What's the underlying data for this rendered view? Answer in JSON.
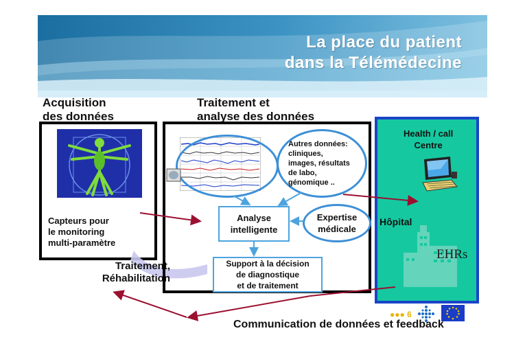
{
  "title": {
    "line1": "La place du patient",
    "line2": "dans la Télémédecine"
  },
  "columns": {
    "acquisition": [
      "Acquisition",
      "des données"
    ],
    "traitement": [
      "Traitement et",
      "analyse des données"
    ]
  },
  "left_box": {
    "capteurs": [
      "Capteurs pour",
      "le monitoring",
      "multi-paramètre"
    ]
  },
  "treatment_label": [
    "Traitement,",
    "Réhabilitation"
  ],
  "center": {
    "autres_donnees": [
      "Autres données:",
      "cliniques,",
      "images, résultats",
      "de labo,",
      "génomique .."
    ],
    "analyse": [
      "Analyse",
      "intelligente"
    ],
    "expertise": [
      "Expertise",
      "médicale"
    ],
    "support": [
      "Support à la décision",
      "de diagnostique",
      "et de traitement"
    ]
  },
  "right_box": {
    "health_center": [
      "Health / call",
      "Centre"
    ],
    "hopital": "Hôpital",
    "ehrs": "EHRs"
  },
  "footer": {
    "page_marker": "●●● 6",
    "communication": "Communication de données et feedback"
  },
  "colors": {
    "banner_dark": "#1a6ea0",
    "banner_light": "#9fd0e8",
    "node_border": "#4da3de",
    "arrow_red": "#9b1030",
    "green_panel": "#16c8a0",
    "green_border": "#1a44c8"
  },
  "icons": [
    "vitruvian-man-icon",
    "ecg-chart-icon",
    "computer-icon",
    "hospital-building-icon",
    "medical-cross-logo-icon",
    "eu-flag-icon"
  ]
}
